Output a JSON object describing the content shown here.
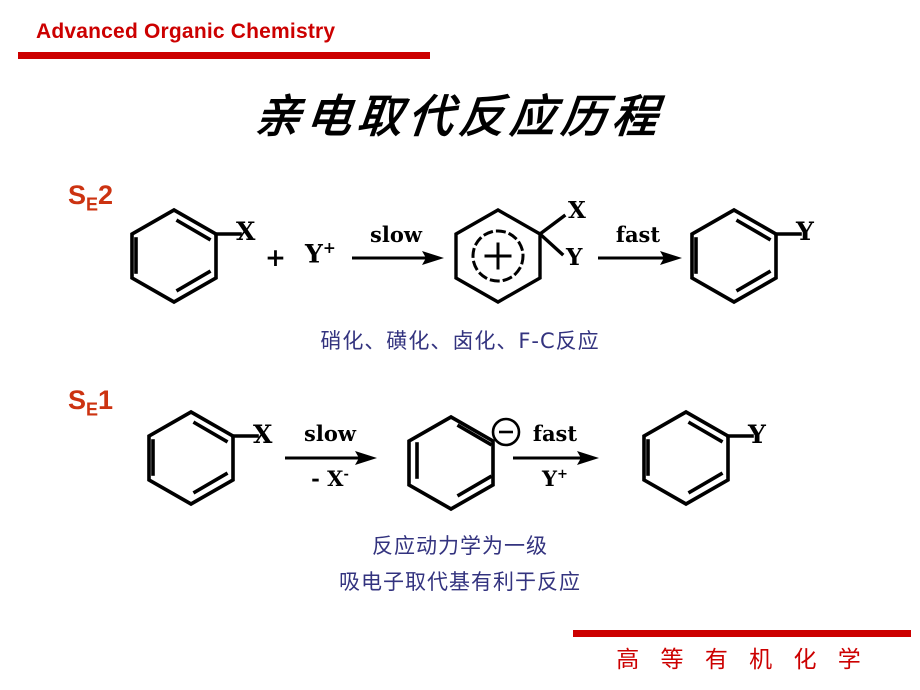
{
  "header": {
    "title": "Advanced Organic Chemistry",
    "rule_color": "#CC0000"
  },
  "main_title": "亲电取代反应历程",
  "accent_colors": {
    "red": "#CC0000",
    "label_red": "#CC3311",
    "note_blue": "#33337F",
    "structure_black": "#000000"
  },
  "sections": [
    {
      "label_main": "S",
      "label_sub": "E",
      "label_num": "2",
      "label_full": "SE2",
      "reactant_substituent": "X",
      "plus_sign": "+",
      "reagent": "Y",
      "reagent_charge": "+",
      "arrow1_above": "slow",
      "arrow1_below": "",
      "intermediate_charge": "+",
      "intermediate_sub_top": "X",
      "intermediate_sub_bottom": "Y",
      "arrow2_above": "fast",
      "arrow2_below": "",
      "product_substituent": "Y",
      "note": "硝化、磺化、卤化、F-C反应"
    },
    {
      "label_main": "S",
      "label_sub": "E",
      "label_num": "1",
      "label_full": "SE1",
      "reactant_substituent": "X",
      "arrow1_above": "slow",
      "arrow1_below": "- X",
      "arrow1_below_charge": "-",
      "intermediate_charge": "−",
      "arrow2_above": "fast",
      "arrow2_below": "Y",
      "arrow2_below_charge": "+",
      "product_substituent": "Y",
      "notes": [
        "反应动力学为一级",
        "吸电子取代基有利于反应"
      ]
    }
  ],
  "footer": {
    "text": "高 等 有 机 化 学",
    "rule_color": "#CC0000"
  }
}
